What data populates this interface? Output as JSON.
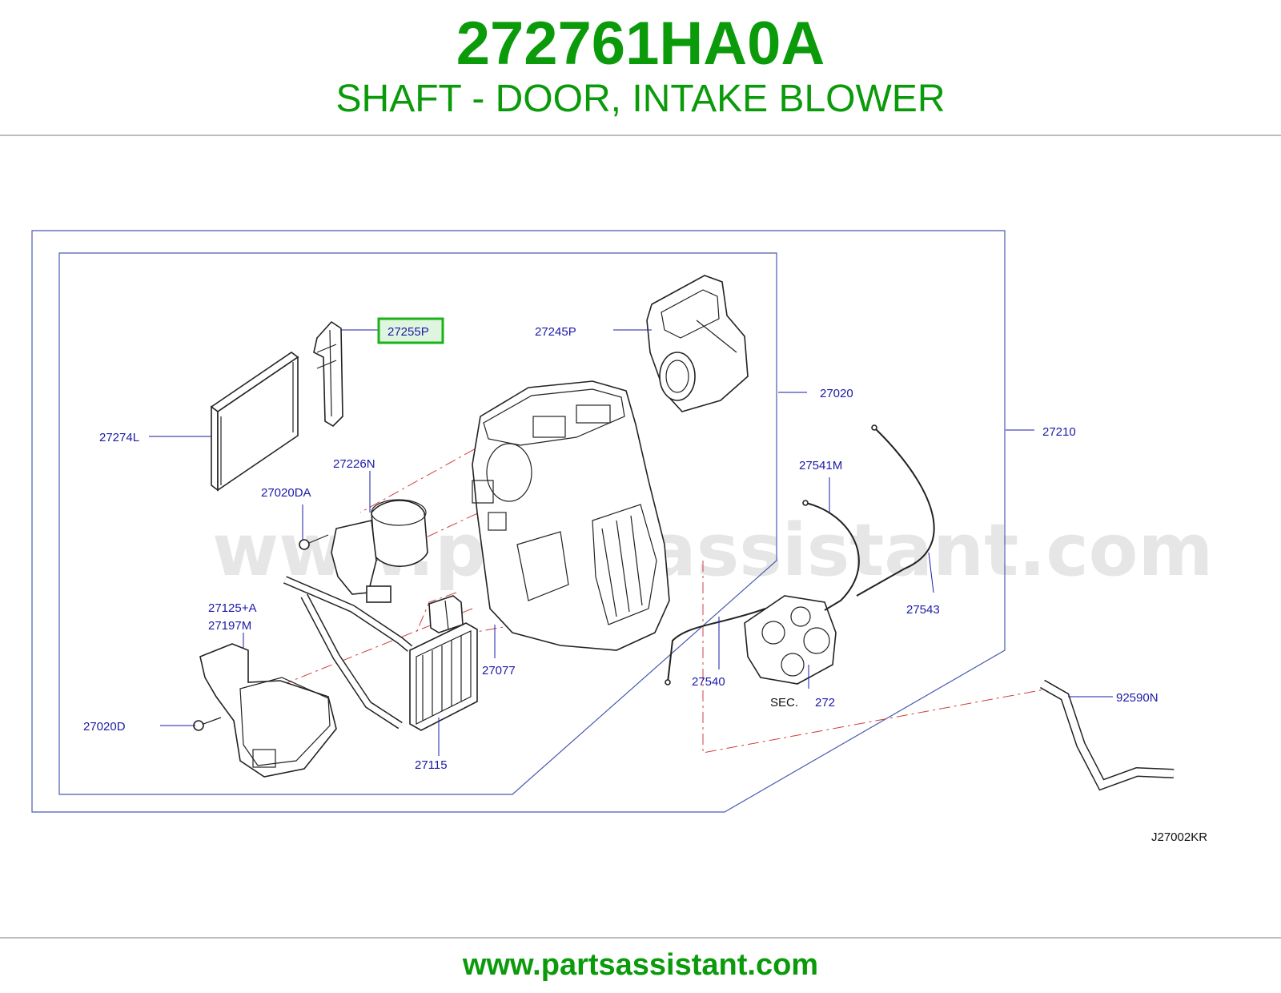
{
  "header": {
    "part_number": "272761HA0A",
    "part_name": "SHAFT - DOOR, INTAKE BLOWER"
  },
  "diagram": {
    "watermark": "www.partsassistant.com",
    "reference_code": "J27002KR",
    "highlighted_label": "27255P",
    "labels": {
      "p27255P": "27255P",
      "p27245P": "27245P",
      "p27020": "27020",
      "p27210": "27210",
      "p27274L": "27274L",
      "p27226N": "27226N",
      "p27020DA": "27020DA",
      "p27541M": "27541M",
      "p27543": "27543",
      "p27125A": "27125+A",
      "p27197M": "27197M",
      "p27077": "27077",
      "p27540": "27540",
      "sec_prefix": "SEC.",
      "sec_number": "272",
      "p92590N": "92590N",
      "p27020D": "27020D",
      "p27115": "27115"
    },
    "colors": {
      "title": "#0a9a0a",
      "label": "#1a1aa8",
      "highlight_border": "#19b319",
      "highlight_fill": "#dff5df",
      "frame": "#4a5ab0",
      "dash": "#d04040"
    }
  },
  "footer": {
    "url": "www.partsassistant.com"
  }
}
